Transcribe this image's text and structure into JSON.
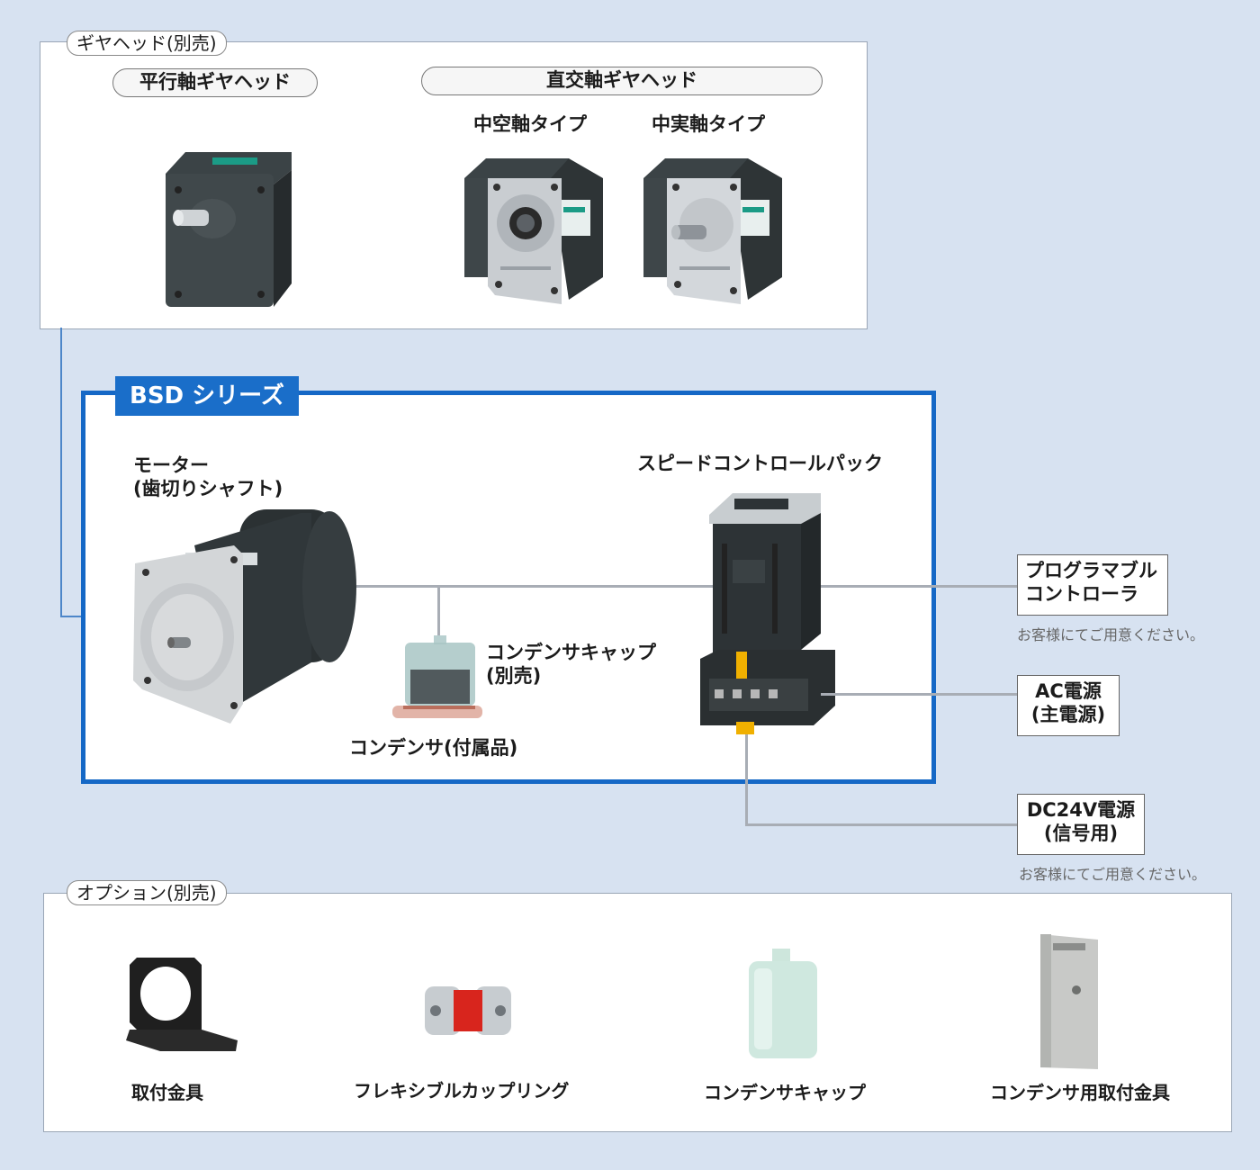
{
  "gearhead_section": {
    "tag": "ギヤヘッド(別売)",
    "parallel_label": "平行軸ギヤヘッド",
    "right_angle_label": "直交軸ギヤヘッド",
    "hollow_label": "中空軸タイプ",
    "solid_label": "中実軸タイプ"
  },
  "bsd_section": {
    "tab": "BSD シリーズ",
    "motor_line1": "モーター",
    "motor_line2": "(歯切りシャフト)",
    "speed_pack": "スピードコントロールパック",
    "cap_line1": "コンデンサキャップ",
    "cap_line2": "(別売)",
    "condenser": "コンデンサ(付属品)"
  },
  "external": {
    "plc_line1": "プログラマブル",
    "plc_line2": "コントローラ",
    "plc_note": "お客様にてご用意ください。",
    "ac_line1": "AC電源",
    "ac_line2": "(主電源)",
    "dc_line1": "DC24V電源",
    "dc_line2": "(信号用)",
    "dc_note": "お客様にてご用意ください。"
  },
  "options_section": {
    "tag": "オプション(別売)",
    "items": [
      "取付金具",
      "フレキシブルカップリング",
      "コンデンサキャップ",
      "コンデンサ用取付金具"
    ]
  },
  "colors": {
    "background": "#d7e2f1",
    "bsd_blue": "#1568c6",
    "wire": "#a8adb5",
    "motor_dark": "#2b3133",
    "accent_green": "#1b9b86"
  }
}
